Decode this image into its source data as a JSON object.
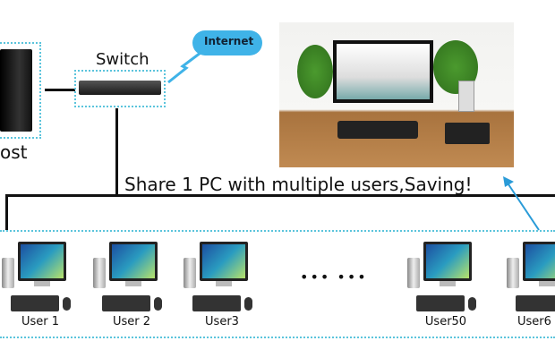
{
  "host": {
    "label": "ost"
  },
  "switch": {
    "label": "Switch"
  },
  "internet": {
    "label": "Internet"
  },
  "caption": "Share 1 PC with multiple users,Saving!",
  "ellipsis": "••• •••",
  "users": [
    {
      "label": "User 1"
    },
    {
      "label": "User 2"
    },
    {
      "label": "User3"
    },
    {
      "label": "User50"
    },
    {
      "label": "User6"
    }
  ],
  "colors": {
    "accent": "#5bc4dc",
    "arrow": "#2a9bd8",
    "cloud": "#3fb3e8"
  }
}
